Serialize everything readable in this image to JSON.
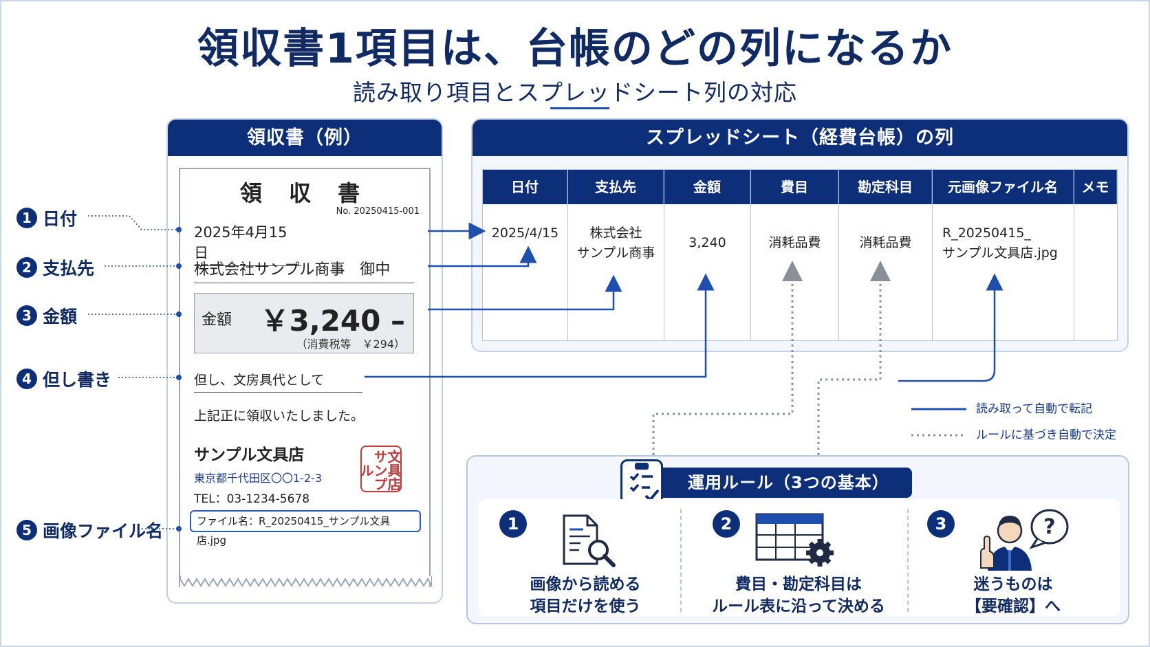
{
  "title": "領収書1項目は、台帳のどの列になるか",
  "subtitle": "読み取り項目とスプレッドシート列の対応",
  "receipt": {
    "header": "領収書（例）",
    "doc_title": "領 収 書",
    "doc_no": "No. 20250415-001",
    "date": "2025年4月15日",
    "payee": "株式会社サンプル商事　御中",
    "amount_label": "金額",
    "amount_value": "￥3,240 –",
    "tax_note": "（消費税等　￥294）",
    "purpose": "但し、文房具代として",
    "received": "上記正に領収いたしました。",
    "shop_name": "サンプル文具店",
    "address": "東京都千代田区〇〇1-2-3",
    "tel": "TEL：03-1234-5678",
    "seal_text": "サンプル文具店",
    "file_name": "ファイル名：R_20250415_サンプル文具店.jpg"
  },
  "labels": [
    {
      "num": "1",
      "text": "日付"
    },
    {
      "num": "2",
      "text": "支払先"
    },
    {
      "num": "3",
      "text": "金額"
    },
    {
      "num": "4",
      "text": "但し書き"
    },
    {
      "num": "5",
      "text": "画像ファイル名"
    }
  ],
  "sheet": {
    "header": "スプレッドシート（経費台帳）の列",
    "columns": [
      {
        "head": "日付",
        "line1": "2025/4/15",
        "line2": ""
      },
      {
        "head": "支払先",
        "line1": "株式会社",
        "line2": "サンプル商事"
      },
      {
        "head": "金額",
        "line1": "3,240",
        "line2": ""
      },
      {
        "head": "費目",
        "line1": "消耗品費",
        "line2": ""
      },
      {
        "head": "勘定科目",
        "line1": "消耗品費",
        "line2": ""
      },
      {
        "head": "元画像ファイル名",
        "line1": "R_20250415_",
        "line2": "サンプル文具店.jpg"
      },
      {
        "head": "メモ",
        "line1": "",
        "line2": ""
      }
    ]
  },
  "legend": {
    "solid": "読み取って自動で転記",
    "dotted": "ルールに基づき自動で決定"
  },
  "rules": {
    "header": "運用ルール（3つの基本）",
    "items": [
      {
        "num": "1",
        "line1": "画像から読める",
        "line2": "項目だけを使う",
        "icon": "document-search-icon"
      },
      {
        "num": "2",
        "line1": "費目・勘定科目は",
        "line2": "ルール表に沿って決める",
        "icon": "table-gear-icon"
      },
      {
        "num": "3",
        "line1": "迷うものは",
        "line2": "【要確認】へ",
        "icon": "person-question-icon"
      }
    ]
  },
  "colors": {
    "navy": "#0d2f7a",
    "accent": "#1e4fae",
    "seal": "#c23a3a",
    "dotted": "#8a8f98"
  }
}
